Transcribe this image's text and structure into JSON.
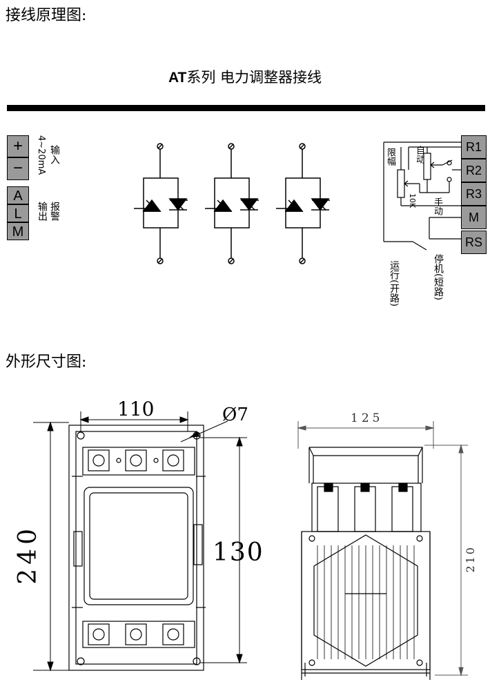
{
  "headings": {
    "wiring": "接线原理图:",
    "outline": "外形尺寸图:"
  },
  "title": {
    "bold": "AT",
    "rest": "系列  电力调整器接线"
  },
  "left_terminals": [
    "+",
    "−",
    "A",
    "L",
    "M"
  ],
  "left_labels": {
    "input": "输入",
    "input_range": "4~20mA",
    "alarm": "报警",
    "output": "输出"
  },
  "right_terminals": [
    "R1",
    "R2",
    "R3",
    "M",
    "RS"
  ],
  "right_labels": {
    "auto": "自动",
    "limit": "限幅",
    "pot": "10K",
    "manual": "手动",
    "run": "运行(开路)",
    "stop": "停机(短路)"
  },
  "dimensions": {
    "width_holes": "110",
    "hole_dia": "Ø7",
    "height_total": "240",
    "height_holes": "130",
    "width_side": "125",
    "height_side": "210"
  }
}
